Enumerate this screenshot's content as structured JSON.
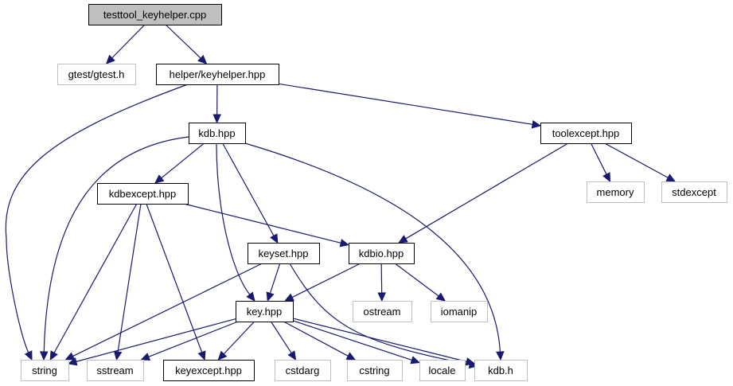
{
  "graph": {
    "colors": {
      "edge": "#191970",
      "root_fill": "#bfbfbf",
      "documented_border": "#000000",
      "external_border": "#bfbfbf"
    },
    "nodes": [
      {
        "id": "root",
        "label": "testtool_keyhelper.cpp",
        "kind": "root"
      },
      {
        "id": "gtest",
        "label": "gtest/gtest.h",
        "kind": "external"
      },
      {
        "id": "keyhelper",
        "label": "helper/keyhelper.hpp",
        "kind": "documented"
      },
      {
        "id": "kdbhpp",
        "label": "kdb.hpp",
        "kind": "documented"
      },
      {
        "id": "toolexcept",
        "label": "toolexcept.hpp",
        "kind": "documented"
      },
      {
        "id": "kdbexcept",
        "label": "kdbexcept.hpp",
        "kind": "documented"
      },
      {
        "id": "memory",
        "label": "memory",
        "kind": "external"
      },
      {
        "id": "stdexcept",
        "label": "stdexcept",
        "kind": "external"
      },
      {
        "id": "keyset",
        "label": "keyset.hpp",
        "kind": "documented"
      },
      {
        "id": "kdbio",
        "label": "kdbio.hpp",
        "kind": "documented"
      },
      {
        "id": "key",
        "label": "key.hpp",
        "kind": "documented"
      },
      {
        "id": "ostream",
        "label": "ostream",
        "kind": "external"
      },
      {
        "id": "iomanip",
        "label": "iomanip",
        "kind": "external"
      },
      {
        "id": "string",
        "label": "string",
        "kind": "external"
      },
      {
        "id": "sstream",
        "label": "sstream",
        "kind": "external"
      },
      {
        "id": "keyexcept",
        "label": "keyexcept.hpp",
        "kind": "documented"
      },
      {
        "id": "cstdarg",
        "label": "cstdarg",
        "kind": "external"
      },
      {
        "id": "cstring",
        "label": "cstring",
        "kind": "external"
      },
      {
        "id": "locale",
        "label": "locale",
        "kind": "external"
      },
      {
        "id": "kdbh",
        "label": "kdb.h",
        "kind": "external"
      }
    ],
    "edges": [
      [
        "root",
        "gtest"
      ],
      [
        "root",
        "keyhelper"
      ],
      [
        "keyhelper",
        "string"
      ],
      [
        "keyhelper",
        "kdbhpp"
      ],
      [
        "keyhelper",
        "toolexcept"
      ],
      [
        "kdbhpp",
        "string"
      ],
      [
        "kdbhpp",
        "kdbexcept"
      ],
      [
        "kdbhpp",
        "key"
      ],
      [
        "kdbhpp",
        "keyset"
      ],
      [
        "kdbhpp",
        "kdbh"
      ],
      [
        "toolexcept",
        "kdbio"
      ],
      [
        "toolexcept",
        "memory"
      ],
      [
        "toolexcept",
        "stdexcept"
      ],
      [
        "kdbexcept",
        "string"
      ],
      [
        "kdbexcept",
        "sstream"
      ],
      [
        "kdbexcept",
        "keyexcept"
      ],
      [
        "kdbexcept",
        "kdbio"
      ],
      [
        "keyset",
        "key"
      ],
      [
        "keyset",
        "string"
      ],
      [
        "keyset",
        "kdbh"
      ],
      [
        "kdbio",
        "key"
      ],
      [
        "kdbio",
        "ostream"
      ],
      [
        "kdbio",
        "iomanip"
      ],
      [
        "key",
        "string"
      ],
      [
        "key",
        "sstream"
      ],
      [
        "key",
        "keyexcept"
      ],
      [
        "key",
        "cstdarg"
      ],
      [
        "key",
        "cstring"
      ],
      [
        "key",
        "locale"
      ],
      [
        "key",
        "kdbh"
      ]
    ]
  }
}
